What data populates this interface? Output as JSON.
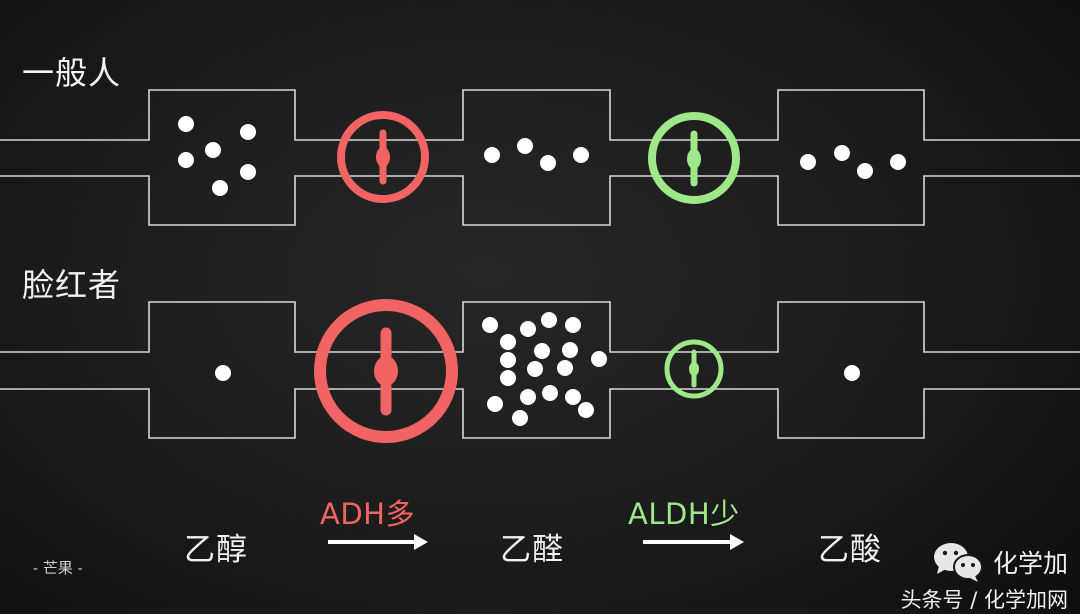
{
  "colors": {
    "background": "#1e1e1e",
    "pipe_line": "#d8d8d8",
    "molecule": "#ffffff",
    "adh": "#f26464",
    "aldh": "#9ee88a",
    "text": "#f0f0f0"
  },
  "rows": [
    {
      "label": "一般人",
      "adh_valve": {
        "size": "normal",
        "color": "#f26464"
      },
      "aldh_valve": {
        "size": "normal",
        "color": "#9ee88a"
      },
      "ethanol_count": 6,
      "acetaldehyde_count": 4,
      "acetic_acid_count": 4
    },
    {
      "label": "脸红者",
      "adh_valve": {
        "size": "large",
        "color": "#f26464"
      },
      "aldh_valve": {
        "size": "small",
        "color": "#9ee88a"
      },
      "ethanol_count": 1,
      "acetaldehyde_count": 20,
      "acetic_acid_count": 1
    }
  ],
  "bottom": {
    "ethanol": "乙醇",
    "acetaldehyde": "乙醛",
    "acetic_acid": "乙酸",
    "adh_label": "ADH多",
    "aldh_label": "ALDH少"
  },
  "signature": "- 芒果 -",
  "watermark": {
    "icon": "wechat-icon",
    "name": "化学加",
    "subtitle": "头条号 / 化学加网"
  }
}
